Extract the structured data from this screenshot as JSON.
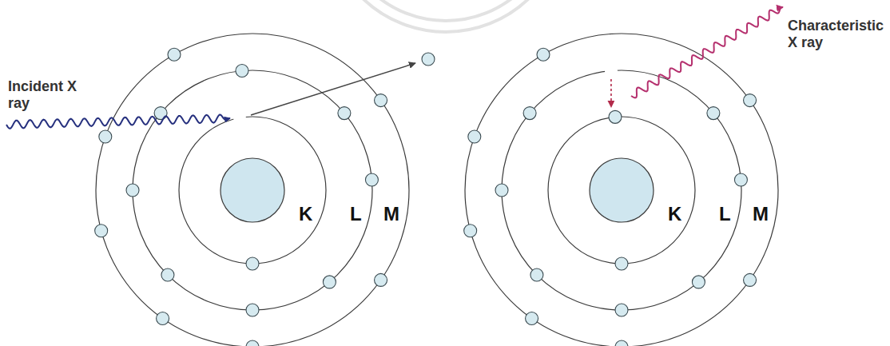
{
  "diagram": {
    "labels": [
      "Incident X ray",
      "K",
      "L",
      "M",
      "Characteristic X ray",
      "K",
      "L",
      "M"
    ]
  }
}
